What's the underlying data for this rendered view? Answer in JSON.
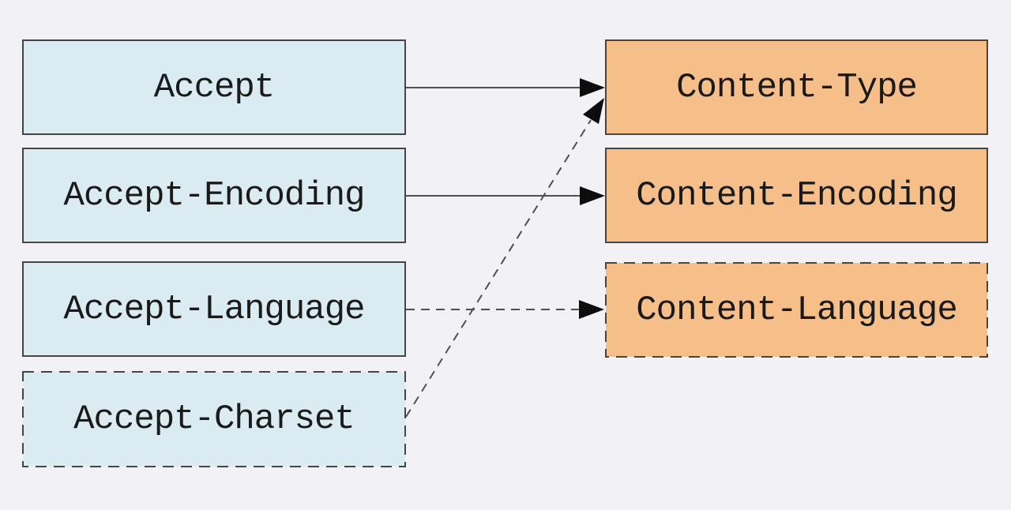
{
  "diagram": {
    "description": "Mapping of HTTP request Accept headers to response Content headers",
    "left_column": {
      "items": [
        {
          "label": "Accept",
          "border": "solid"
        },
        {
          "label": "Accept-Encoding",
          "border": "solid"
        },
        {
          "label": "Accept-Language",
          "border": "solid"
        },
        {
          "label": "Accept-Charset",
          "border": "dashed"
        }
      ]
    },
    "right_column": {
      "items": [
        {
          "label": "Content-Type",
          "border": "solid"
        },
        {
          "label": "Content-Encoding",
          "border": "solid"
        },
        {
          "label": "Content-Language",
          "border": "dashed"
        }
      ]
    },
    "mappings": [
      {
        "from": "Accept",
        "to": "Content-Type",
        "line": "solid"
      },
      {
        "from": "Accept-Encoding",
        "to": "Content-Encoding",
        "line": "solid"
      },
      {
        "from": "Accept-Language",
        "to": "Content-Language",
        "line": "dashed"
      },
      {
        "from": "Accept-Charset",
        "to": "Content-Type",
        "line": "dashed"
      }
    ],
    "colors": {
      "background": "#f2f1f6",
      "request_box_fill": "#daecf1",
      "response_box_fill": "#f6bf8a",
      "box_border": "#454545",
      "arrow_line": "#4f4f4f",
      "arrowhead": "#0d0d0d",
      "text": "#1a1a1a"
    }
  }
}
